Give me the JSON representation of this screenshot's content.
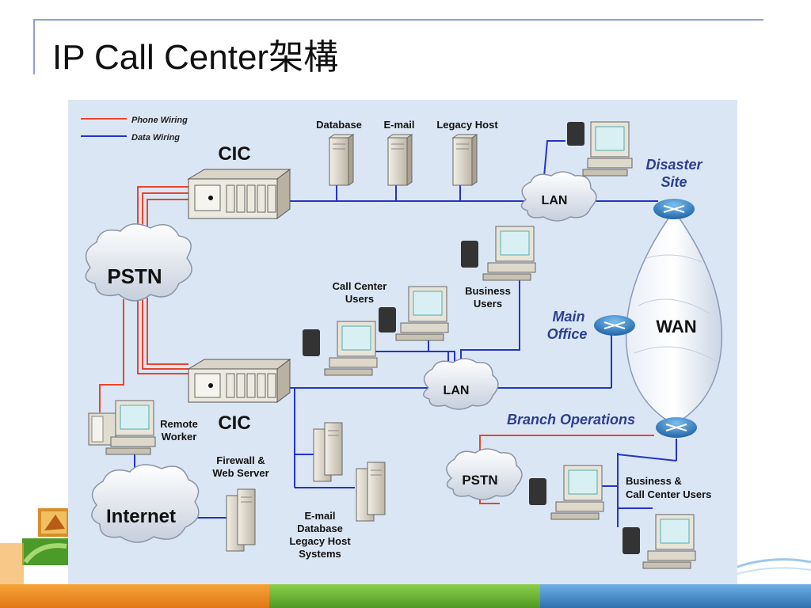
{
  "slide": {
    "title": "IP Call Center架構"
  },
  "legend": {
    "phone_wiring": "Phone Wiring",
    "data_wiring": "Data Wiring"
  },
  "nodes": {
    "cic_top": "CIC",
    "cic_bottom": "CIC",
    "pstn_main": "PSTN",
    "pstn_branch": "PSTN",
    "internet": "Internet",
    "lan_top": "LAN",
    "lan_mid": "LAN",
    "wan": "WAN",
    "disaster_site_1": "Disaster",
    "disaster_site_2": "Site",
    "main_office_1": "Main",
    "main_office_2": "Office",
    "branch_operations": "Branch Operations",
    "database": "Database",
    "email": "E-mail",
    "legacy_host": "Legacy Host",
    "call_center_users_1": "Call Center",
    "call_center_users_2": "Users",
    "business_users_1": "Business",
    "business_users_2": "Users",
    "remote_worker_1": "Remote",
    "remote_worker_2": "Worker",
    "firewall_1": "Firewall &",
    "firewall_2": "Web Server",
    "systems_1": "E-mail",
    "systems_2": "Database",
    "systems_3": "Legacy Host",
    "systems_4": "Systems",
    "branch_users_1": "Business &",
    "branch_users_2": "Call Center Users"
  },
  "colors": {
    "phone_wire": "#e8452c",
    "data_wire": "#2433c8",
    "diagram_bg": "#dbe6f4",
    "label_blue": "#2b3f8f",
    "router": "#3a86c8",
    "footer_orange": "#e8801c",
    "footer_green": "#5aa02c",
    "footer_blue": "#3a7ab8"
  }
}
